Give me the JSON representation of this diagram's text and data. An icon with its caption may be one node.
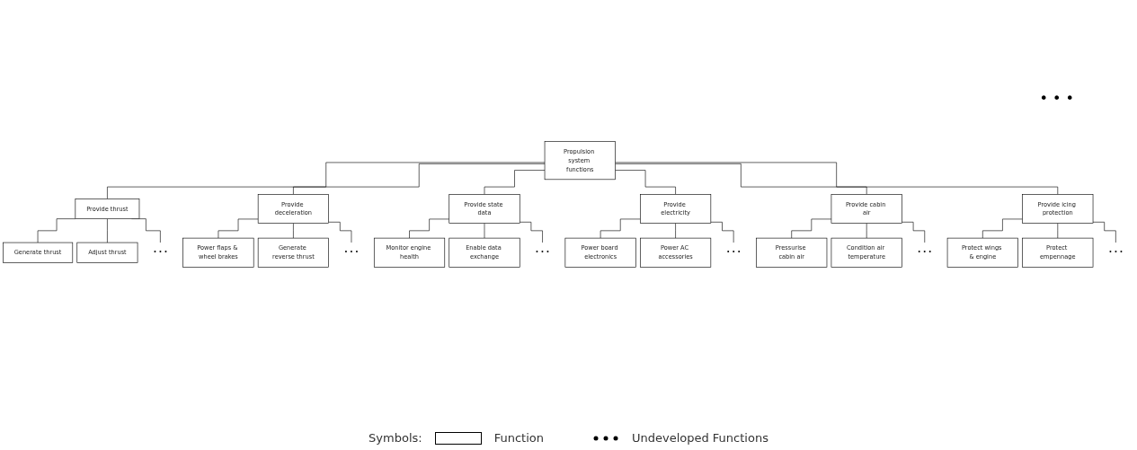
{
  "diagram": {
    "nodes": [
      {
        "text": [
          "Propulsion system functions"
        ]
      },
      {
        "text": [
          "Provide thrust"
        ]
      },
      {
        "text": [
          "Provide deceleration"
        ]
      },
      {
        "text": [
          "Provide state data"
        ]
      },
      {
        "text": [
          "Provide electricity"
        ]
      },
      {
        "text": [
          "Provide cabin air"
        ]
      },
      {
        "text": [
          "Provide icing protection"
        ]
      },
      {
        "text": [
          "Generate thrust"
        ]
      },
      {
        "text": [
          "Adjust thrust"
        ]
      },
      {
        "text": [
          "• • •"
        ]
      },
      {
        "text": [
          "Power flaps & wheel brakes"
        ]
      },
      {
        "text": [
          "Generate reverse thrust"
        ]
      },
      {
        "text": [
          "• • •"
        ]
      },
      {
        "text": [
          "Monitor engine health"
        ]
      },
      {
        "text": [
          "Enable data exchange"
        ]
      },
      {
        "text": [
          "• • •"
        ]
      },
      {
        "text": [
          "Power board electronics"
        ]
      },
      {
        "text": [
          "Power AC accessories"
        ]
      },
      {
        "text": [
          "• • •"
        ]
      },
      {
        "text": [
          "Pressurise cabin air"
        ]
      },
      {
        "text": [
          "Condition air temperature"
        ]
      },
      {
        "text": [
          "• • •"
        ]
      },
      {
        "text": [
          "Protect wings & engine"
        ]
      },
      {
        "text": [
          "Protect empennage"
        ]
      },
      {
        "text": [
          "• • •"
        ]
      }
    ],
    "edges": [
      {
        "from": 0,
        "to": 1,
        "arrow": "none"
      },
      {
        "from": 0,
        "to": 2,
        "arrow": "none"
      },
      {
        "from": 0,
        "to": 3,
        "arrow": "none"
      },
      {
        "from": 0,
        "to": 4,
        "arrow": "none"
      },
      {
        "from": 0,
        "to": 5,
        "arrow": "none"
      },
      {
        "from": 0,
        "to": 6,
        "arrow": "none"
      },
      {
        "from": 1,
        "to": 7,
        "arrow": "none"
      },
      {
        "from": 1,
        "to": 8,
        "arrow": "none"
      },
      {
        "from": 1,
        "to": 9,
        "arrow": "none"
      },
      {
        "from": 2,
        "to": 10,
        "arrow": "none"
      },
      {
        "from": 2,
        "to": 11,
        "arrow": "none"
      },
      {
        "from": 2,
        "to": 12,
        "arrow": "none"
      },
      {
        "from": 3,
        "to": 13,
        "arrow": "none"
      },
      {
        "from": 3,
        "to": 14,
        "arrow": "none"
      },
      {
        "from": 3,
        "to": 15,
        "arrow": "none"
      },
      {
        "from": 4,
        "to": 16,
        "arrow": "none"
      },
      {
        "from": 4,
        "to": 17,
        "arrow": "none"
      },
      {
        "from": 4,
        "to": 18,
        "arrow": "none"
      },
      {
        "from": 5,
        "to": 19,
        "arrow": "none"
      },
      {
        "from": 5,
        "to": 20,
        "arrow": "none"
      },
      {
        "from": 5,
        "to": 21,
        "arrow": "none"
      },
      {
        "from": 6,
        "to": 22,
        "arrow": "none"
      },
      {
        "from": 6,
        "to": 23,
        "arrow": "none"
      },
      {
        "from": 6,
        "to": 24,
        "arrow": "none"
      }
    ],
    "labels": [
      "• • •",
      "Symbols:"
    ],
    "legend": [
      {
        "text": "Function"
      },
      {
        "text": "Undeveloped Functions"
      }
    ]
  }
}
